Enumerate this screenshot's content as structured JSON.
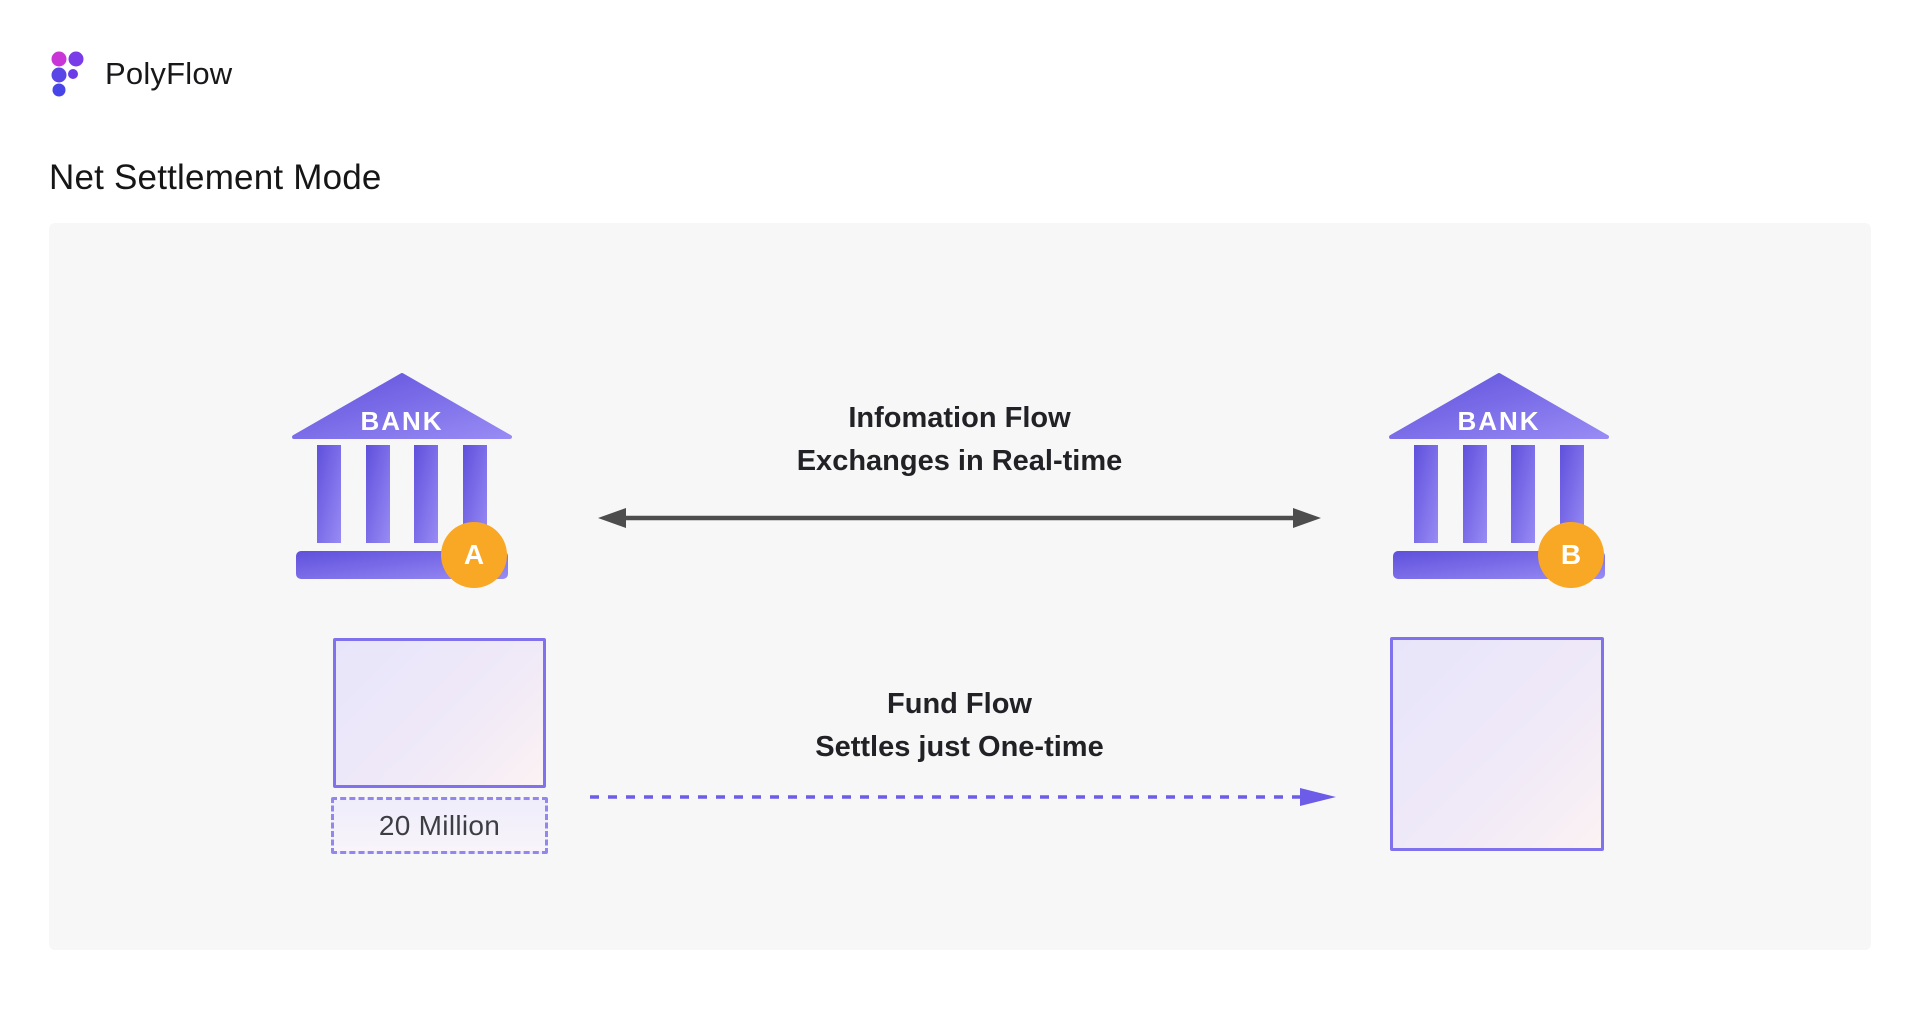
{
  "brand": {
    "name": "PolyFlow"
  },
  "page": {
    "title": "Net Settlement Mode"
  },
  "diagram": {
    "banks": {
      "a": {
        "label": "BANK",
        "badge": "A"
      },
      "b": {
        "label": "BANK",
        "badge": "B"
      }
    },
    "info_flow": {
      "line1": "Infomation Flow",
      "line2": "Exchanges in Real-time"
    },
    "fund_flow": {
      "line1": "Fund Flow",
      "line2": "Settles just One-time"
    },
    "amount": {
      "label": "20 Million"
    },
    "colors": {
      "accent_purple": "#6C5CE7",
      "bank_gradient_start": "#5F50DC",
      "bank_gradient_end": "#988BF4",
      "badge_orange": "#F9A826",
      "info_arrow_gray": "#4D4D4D",
      "panel_background": "#F7F7F8"
    }
  }
}
